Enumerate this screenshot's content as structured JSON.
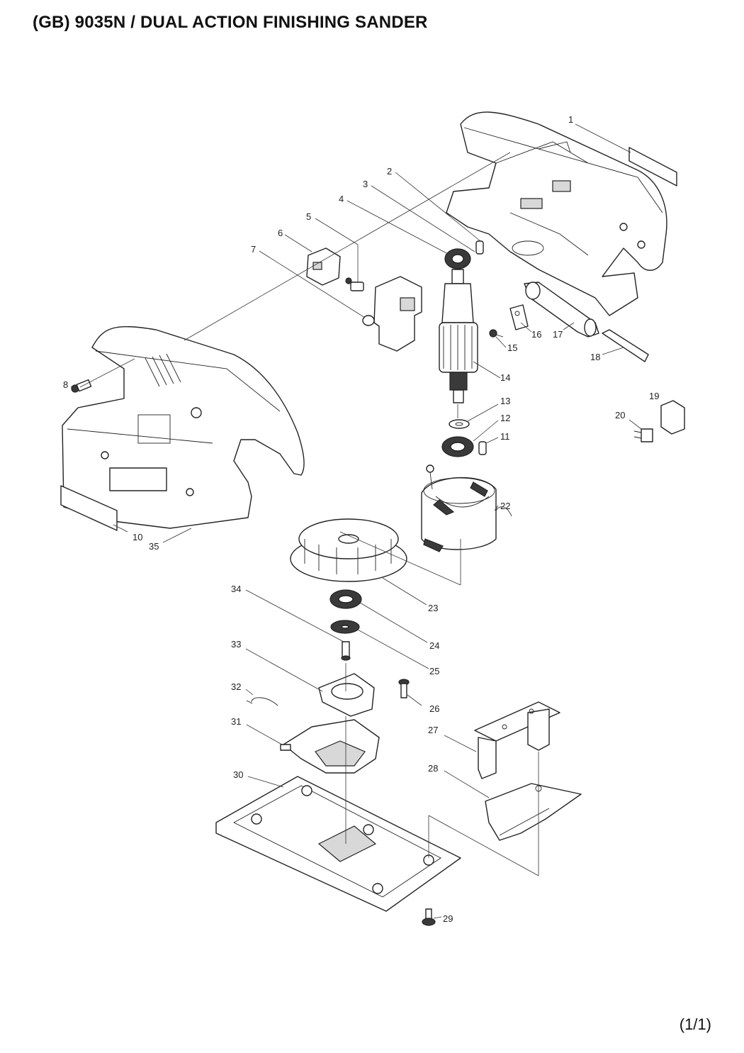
{
  "header": {
    "title": "(GB) 9035N / DUAL ACTION FINISHING SANDER"
  },
  "footer": {
    "page": "(1/1)"
  },
  "callouts": [
    {
      "id": "c1",
      "label": "1"
    },
    {
      "id": "c2",
      "label": "2"
    },
    {
      "id": "c3",
      "label": "3"
    },
    {
      "id": "c4",
      "label": "4"
    },
    {
      "id": "c5",
      "label": "5"
    },
    {
      "id": "c6",
      "label": "6"
    },
    {
      "id": "c7",
      "label": "7"
    },
    {
      "id": "c8",
      "label": "8"
    },
    {
      "id": "c10",
      "label": "10"
    },
    {
      "id": "c11",
      "label": "11"
    },
    {
      "id": "c12",
      "label": "12"
    },
    {
      "id": "c13",
      "label": "13"
    },
    {
      "id": "c14",
      "label": "14"
    },
    {
      "id": "c15",
      "label": "15"
    },
    {
      "id": "c16",
      "label": "16"
    },
    {
      "id": "c17",
      "label": "17"
    },
    {
      "id": "c18",
      "label": "18"
    },
    {
      "id": "c19",
      "label": "19"
    },
    {
      "id": "c20",
      "label": "20"
    },
    {
      "id": "c22",
      "label": "22"
    },
    {
      "id": "c23",
      "label": "23"
    },
    {
      "id": "c24",
      "label": "24"
    },
    {
      "id": "c25",
      "label": "25"
    },
    {
      "id": "c26",
      "label": "26"
    },
    {
      "id": "c27",
      "label": "27"
    },
    {
      "id": "c28",
      "label": "28"
    },
    {
      "id": "c29",
      "label": "29"
    },
    {
      "id": "c30",
      "label": "30"
    },
    {
      "id": "c31",
      "label": "31"
    },
    {
      "id": "c32",
      "label": "32"
    },
    {
      "id": "c33",
      "label": "33"
    },
    {
      "id": "c34",
      "label": "34"
    },
    {
      "id": "c35",
      "label": "35"
    }
  ]
}
